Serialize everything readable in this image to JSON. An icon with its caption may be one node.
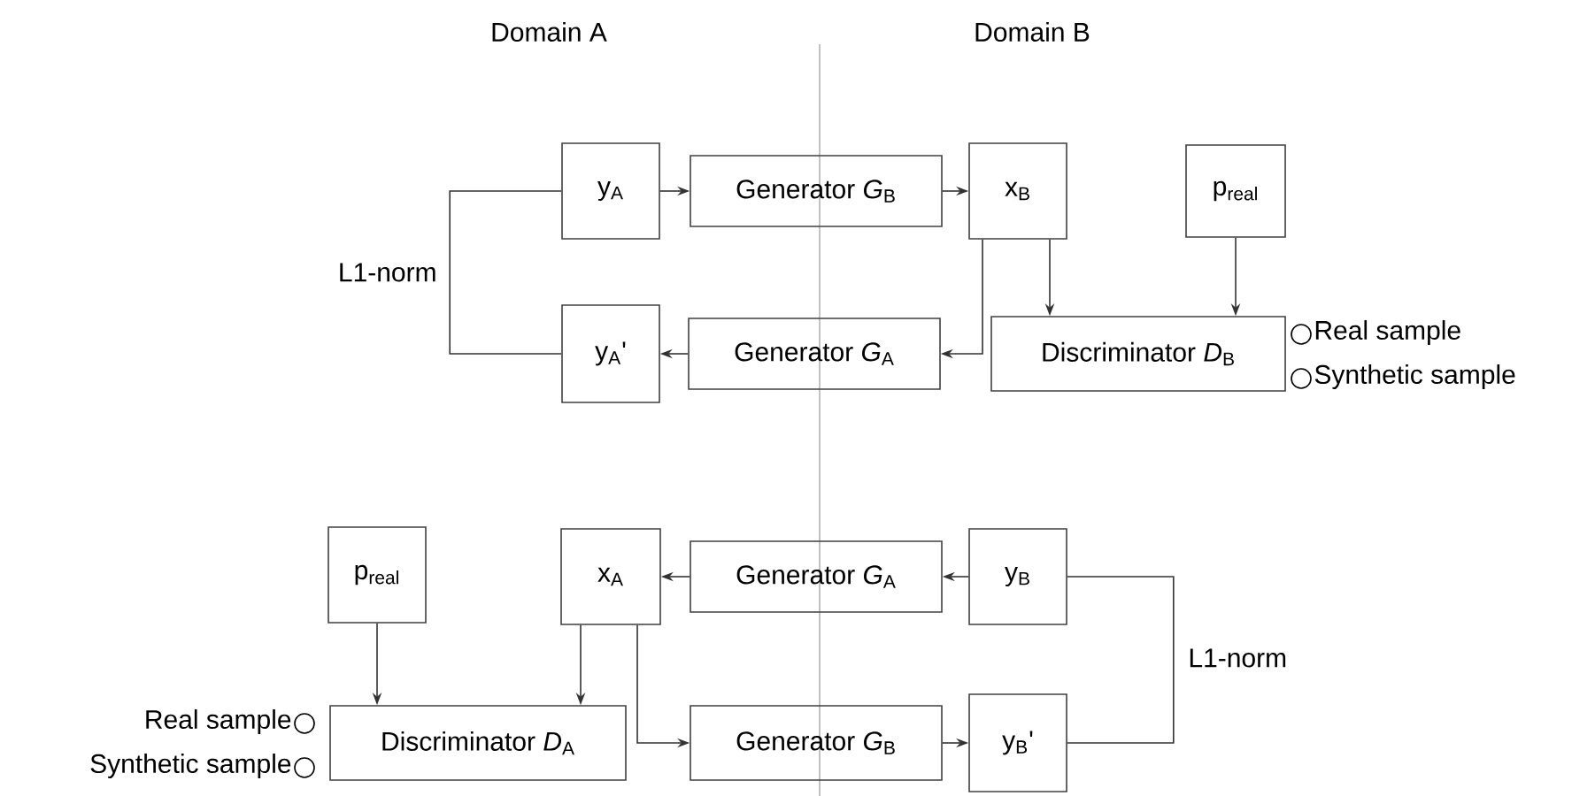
{
  "diagram": {
    "nodes": [
      {
        "text": [
          "y$_{A}$"
        ]
      },
      {
        "text": [
          "Generator *G*$_{B}$"
        ]
      },
      {
        "text": [
          "x$_{B}$"
        ]
      },
      {
        "text": [
          "p$_{real}$"
        ]
      },
      {
        "text": [
          "y$_{A}$'"
        ]
      },
      {
        "text": [
          "Generator *G*$_{A}$"
        ]
      },
      {
        "text": [
          "Discriminator *D*$_{B}$"
        ],
        "beside": [
          "Real sample",
          "Synthetic sample"
        ]
      },
      {
        "text": [
          "p$_{real}$"
        ]
      },
      {
        "text": [
          "x$_{A}$"
        ]
      },
      {
        "text": [
          "Generator *G*$_{A}$"
        ]
      },
      {
        "text": [
          "y$_{B}$"
        ]
      },
      {
        "text": [
          "Discriminator *D*$_{A}$"
        ],
        "beside": [
          "Real sample",
          "Synthetic sample"
        ]
      },
      {
        "text": [
          "Generator *G*$_{B}$"
        ]
      },
      {
        "text": [
          "y$_{B}$'"
        ]
      }
    ],
    "edges": [
      {
        "from": 0,
        "to": 1,
        "arrow": "to"
      },
      {
        "from": 1,
        "to": 2,
        "arrow": "to"
      },
      {
        "from": 2,
        "to": 6,
        "arrow": "to"
      },
      {
        "from": 2,
        "to": 5,
        "arrow": "to"
      },
      {
        "from": 3,
        "to": 6,
        "arrow": "to"
      },
      {
        "from": 5,
        "to": 4,
        "arrow": "to"
      },
      {
        "from": 0,
        "to": 4,
        "arrow": "none",
        "label": "L1-norm"
      },
      {
        "from": 10,
        "to": 9,
        "arrow": "to"
      },
      {
        "from": 9,
        "to": 8,
        "arrow": "to"
      },
      {
        "from": 7,
        "to": 11,
        "arrow": "to"
      },
      {
        "from": 8,
        "to": 11,
        "arrow": "to"
      },
      {
        "from": 8,
        "to": 12,
        "arrow": "to"
      },
      {
        "from": 12,
        "to": 13,
        "arrow": "to"
      },
      {
        "from": 10,
        "to": 13,
        "arrow": "none",
        "label": "L1-norm"
      }
    ],
    "labels": [
      "Domain A",
      "Domain B"
    ]
  }
}
